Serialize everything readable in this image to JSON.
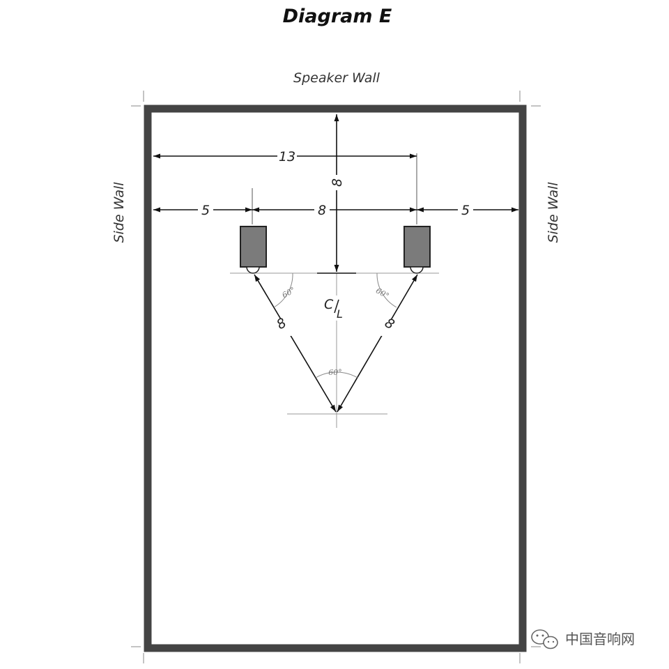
{
  "title": "Diagram E",
  "walls": {
    "top": "Speaker Wall",
    "left": "Side Wall",
    "right": "Side Wall"
  },
  "dimensions": {
    "speaker_span": "13",
    "left_gap": "5",
    "speaker_spacing": "8",
    "right_gap": "5",
    "wall_to_speaker": "8",
    "left_to_listener": "8",
    "right_to_listener": "8"
  },
  "angles": {
    "left_speaker": "60°",
    "right_speaker": "60°",
    "listener": "60°"
  },
  "centerline": {
    "main": "C",
    "sub": "L"
  },
  "watermark": "中国音响网"
}
